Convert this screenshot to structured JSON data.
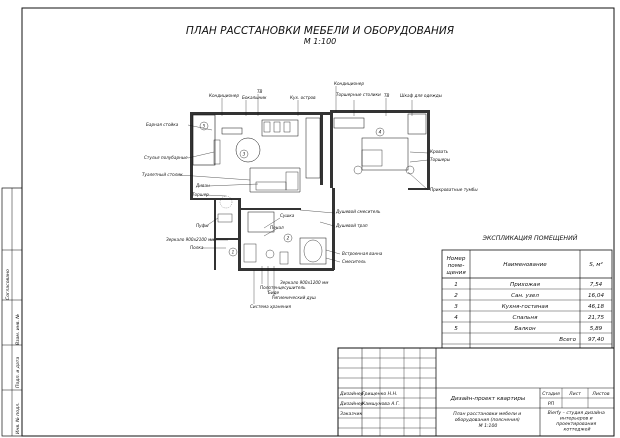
{
  "drawing": {
    "title": "ПЛАН РАССТАНОВКИ МЕБЕЛИ И ОБОРУДОВАНИЯ",
    "scale": "М 1:100"
  },
  "plan_labels": {
    "top": [
      "Кондиционер",
      "ТВ",
      "Бокалыник",
      "Кух. остров",
      "Кондиционер",
      "Торшерные столики",
      "ТВ",
      "Шкаф для одежды"
    ],
    "left": [
      "Барная стойка",
      "Стулья полубарные",
      "Туалетный столик",
      "Диван",
      "Торшер",
      "Пуфы",
      "Зеркало 900х2100 мм",
      "Полка"
    ],
    "right": [
      "Кровать",
      "Торшеры",
      "Прикроватные тумбы",
      "Душевой смеситель",
      "Душевой трап",
      "Встроенная ванна",
      "Смеситель"
    ],
    "bottom": [
      "Сушка",
      "Пенал",
      "Зеркало 900х1200 мм",
      "Полотенцесушитель",
      "Биде",
      "Гигиенический душ",
      "Система хранения"
    ],
    "room_numbers": [
      "1",
      "2",
      "3",
      "4",
      "5"
    ]
  },
  "explication": {
    "title": "ЭКСПЛИКАЦИЯ ПОМЕЩЕНИЙ",
    "col_number": "Номер поме-щения",
    "col_name": "Наименование",
    "col_area": "S, м²",
    "rows": [
      {
        "num": "1",
        "name": "Прихожая",
        "area": "7,54"
      },
      {
        "num": "2",
        "name": "Сан. узел",
        "area": "16,04"
      },
      {
        "num": "3",
        "name": "Кухня-гостиная",
        "area": "46,18"
      },
      {
        "num": "4",
        "name": "Спальня",
        "area": "21,75"
      },
      {
        "num": "5",
        "name": "Балкон",
        "area": "5,89"
      }
    ],
    "total_label": "Всего",
    "total_value": "97,40"
  },
  "stamp": {
    "designer_role": "Дизайнер",
    "designer_name": "Грищенко Н.Н.",
    "designer2_role": "Дизайнер",
    "designer2_name": "Камшунова А.Г.",
    "customer": "Заказчик",
    "project": "Дизайн-проект квартиры",
    "sheet_title": "План расстановки мебели и оборудования (пояснения) М 1:100",
    "stage_label": "Стадия",
    "stage_value": "РП",
    "sheet_label": "Лист",
    "sheets_label": "Листов",
    "company": "Bierfy – студия дизайна интерьеров и проектирования коттеджей"
  },
  "side_stamp": [
    "Взам. инв. №",
    "Подп. и дата",
    "Инв. № подл.",
    "Согласовано"
  ]
}
